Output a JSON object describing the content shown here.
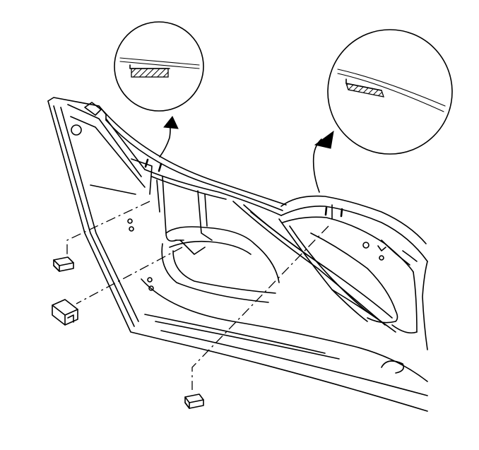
{
  "figure": {
    "description_labels": [],
    "detail_views": [
      {
        "name": "left-detail-view"
      },
      {
        "name": "right-detail-view"
      }
    ],
    "parts": [
      {
        "name": "retainer-clip-upper-left"
      },
      {
        "name": "retainer-clip-middle-left"
      },
      {
        "name": "retainer-clip-lower-center"
      }
    ]
  }
}
